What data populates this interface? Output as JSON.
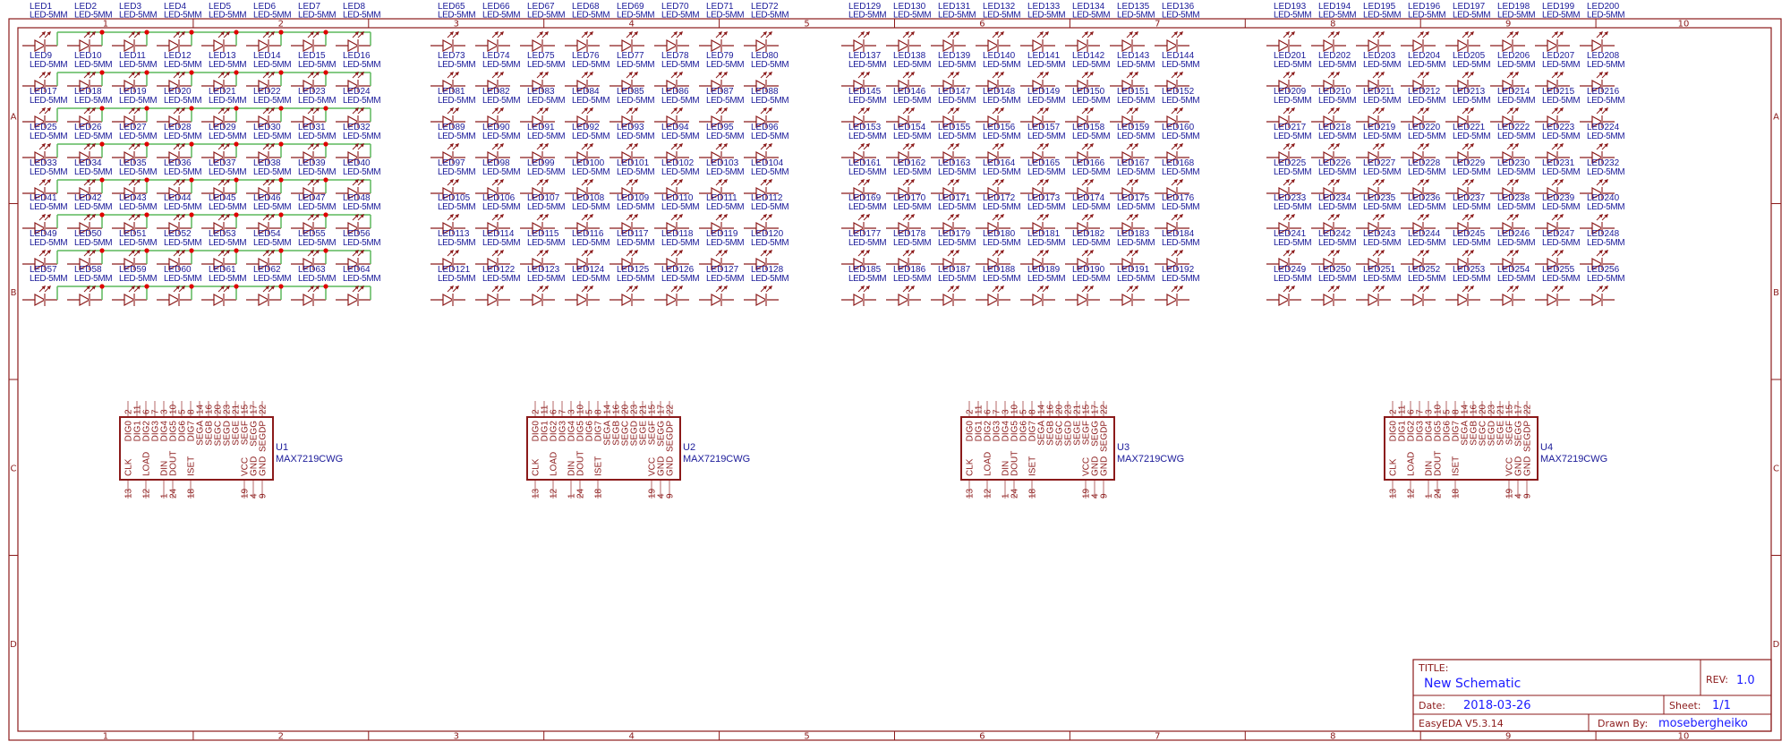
{
  "colors": {
    "frame": "#8b1a1a",
    "label": "#1a1a99",
    "wire": "#5cb85c",
    "junction": "#e00000",
    "pin": "#c08080",
    "value_text": "#1a1aff"
  },
  "border": {
    "columns": [
      "1",
      "2",
      "3",
      "4",
      "5",
      "6",
      "7",
      "8",
      "9",
      "10"
    ],
    "rows": [
      "A",
      "B",
      "C",
      "D"
    ]
  },
  "leds": {
    "prefix": "LED",
    "value": "LED-5MM",
    "groups": 4,
    "rows": 8,
    "cols": 8,
    "wired_groups": [
      0
    ]
  },
  "chips": {
    "part": "MAX7219CWG",
    "designators": [
      "U1",
      "U2",
      "U3",
      "U4"
    ],
    "top_pins": [
      {
        "name": "DIG0",
        "num": "2"
      },
      {
        "name": "DIG1",
        "num": "11"
      },
      {
        "name": "DIG2",
        "num": "6"
      },
      {
        "name": "DIG3",
        "num": "7"
      },
      {
        "name": "DIG4",
        "num": "3"
      },
      {
        "name": "DIG5",
        "num": "10"
      },
      {
        "name": "DIG6",
        "num": "5"
      },
      {
        "name": "DIG7",
        "num": "8"
      },
      {
        "name": "SEGA",
        "num": "14"
      },
      {
        "name": "SEGB",
        "num": "16"
      },
      {
        "name": "SEGC",
        "num": "20"
      },
      {
        "name": "SEGD",
        "num": "23"
      },
      {
        "name": "SEGE",
        "num": "21"
      },
      {
        "name": "SEGF",
        "num": "15"
      },
      {
        "name": "SEGG",
        "num": "17"
      },
      {
        "name": "SEGDP",
        "num": "22"
      }
    ],
    "bottom_pins": [
      {
        "name": "CLK",
        "num": "13"
      },
      {
        "name": "LOAD",
        "num": "12"
      },
      {
        "name": "DIN",
        "num": "1"
      },
      {
        "name": "DOUT",
        "num": "24"
      },
      {
        "name": "ISET",
        "num": "18"
      },
      {
        "name": "VCC",
        "num": "19"
      },
      {
        "name": "GND",
        "num": "4"
      },
      {
        "name": "GND",
        "num": "9"
      }
    ]
  },
  "title_block": {
    "title_label": "TITLE:",
    "title": "New Schematic",
    "rev_label": "REV:",
    "rev": "1.0",
    "date_label": "Date:",
    "date": "2018-03-26",
    "sheet_label": "Sheet:",
    "sheet": "1/1",
    "software": "EasyEDA V5.3.14",
    "drawn_by_label": "Drawn By:",
    "drawn_by": "mosebergheiko"
  }
}
